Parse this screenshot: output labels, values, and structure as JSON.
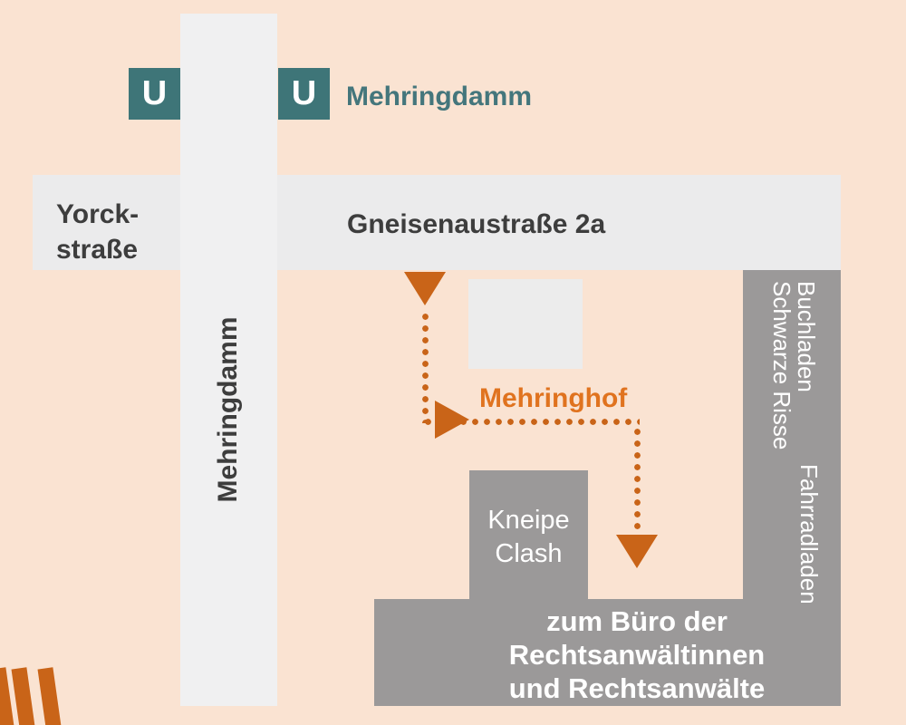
{
  "colors": {
    "background": "#fae3d2",
    "road": "#ebebec",
    "road_vertical": "#f0f0f1",
    "building_gray": "#9b9999",
    "building_light": "#ececec",
    "teal": "#3e7578",
    "teal_text": "#44767c",
    "street_text": "#3d3d3d",
    "orange": "#c96418",
    "orange_text": "#e0731f",
    "white": "#ffffff"
  },
  "station": {
    "symbol": "U",
    "name": "Mehringdamm"
  },
  "streets": {
    "yorck_line1": "Yorck-",
    "yorck_line2": "straße",
    "gneisenau": "Gneisenaustraße 2a",
    "mehringdamm": "Mehringdamm"
  },
  "places": {
    "mehringhof": "Mehringhof",
    "kneipe_line1": "Kneipe",
    "kneipe_line2": "Clash",
    "bookshop_line1": "Buchladen",
    "bookshop_line2": "Schwarze Risse",
    "bike_shop": "Fahrradladen",
    "office_line1": "zum Büro der",
    "office_line2": "Rechtsanwältinnen",
    "office_line3": "und Rechtsanwälte"
  }
}
